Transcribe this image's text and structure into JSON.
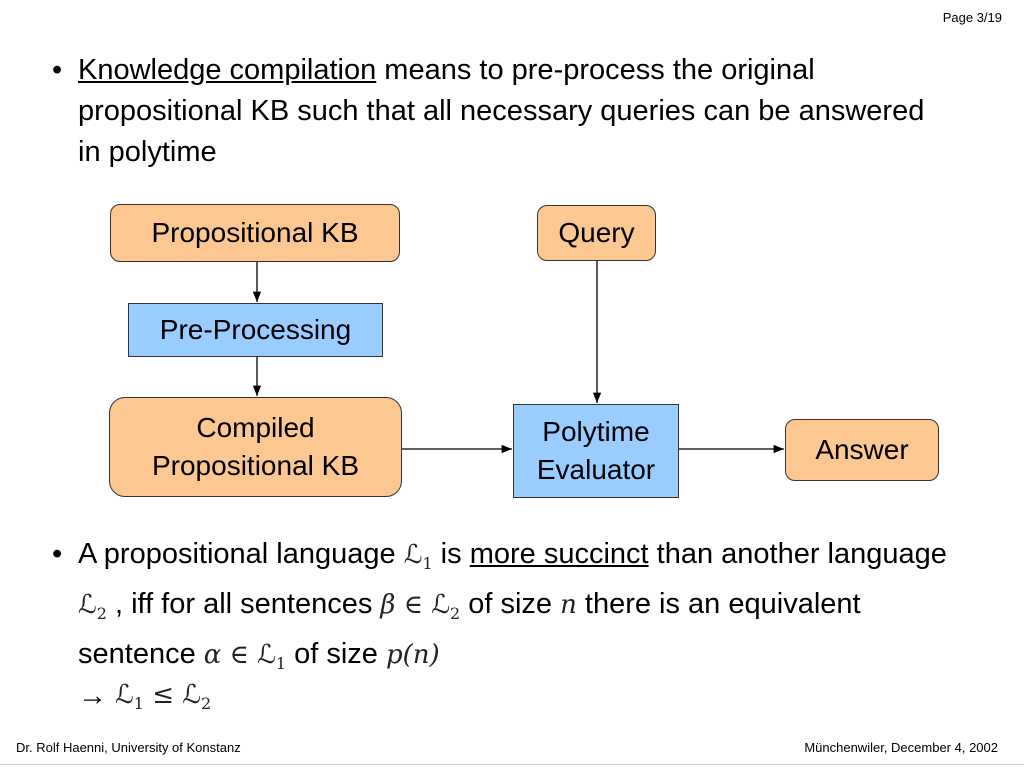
{
  "page_number": "Page 3/19",
  "bullet1": {
    "term": "Knowledge compilation",
    "text": " means to pre-process the original propositional KB such that all necessary queries can be answered in polytime"
  },
  "diagram": {
    "kb": "Propositional KB",
    "query": "Query",
    "preprocessing": "Pre-Processing",
    "compiled_line1": "Compiled",
    "compiled_line2": "Propositional KB",
    "evaluator_line1": "Polytime",
    "evaluator_line2": "Evaluator",
    "answer": "Answer",
    "colors": {
      "orange": "#fcc790",
      "blue": "#99ccff"
    }
  },
  "bullet2": {
    "t1": "A propositional language ",
    "t2": " is ",
    "term": "more succinct",
    "t3": " than another language ",
    "t4": " , iff for all sentences ",
    "t5": " of size ",
    "t6": " there is an equivalent sentence ",
    "t7": " of size "
  },
  "math": {
    "L": "ℒ",
    "one": "1",
    "two": "2",
    "beta": "β",
    "alpha": "α",
    "in": "∈",
    "n": "n",
    "pn": "p(n)",
    "leq": "≤",
    "arrow": "→"
  },
  "footer": {
    "left": "Dr. Rolf Haenni, University of Konstanz",
    "right": "Münchenwiler, December 4,  2002"
  }
}
